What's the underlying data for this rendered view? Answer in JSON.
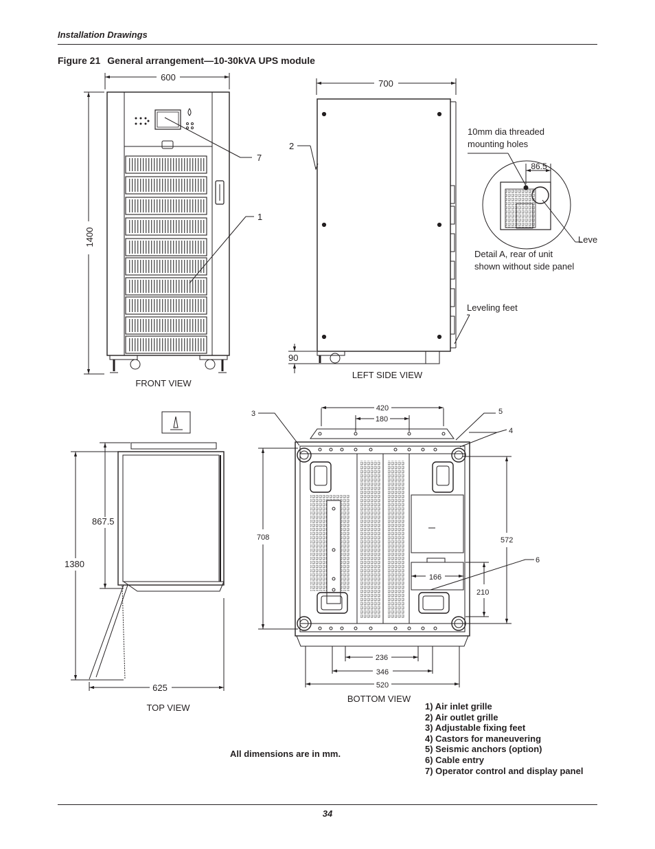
{
  "header": {
    "section": "Installation Drawings"
  },
  "figure": {
    "number": "Figure 21",
    "title": "General arrangement—10-30kVA UPS module"
  },
  "views": {
    "front": "FRONT VIEW",
    "left_side": "LEFT SIDE VIEW",
    "top": "TOP VIEW",
    "bottom": "BOTTOM VIEW"
  },
  "dimensions": {
    "front_width": "600",
    "front_height": "1400",
    "side_depth": "700",
    "side_floor": "90",
    "detail_offset": "86.5",
    "top_depth_door": "867.5",
    "top_depth_total": "1380",
    "top_width": "625",
    "bottom_anchor_span": "420",
    "bottom_anchor_inner": "180",
    "bottom_depth": "708",
    "bottom_castor_span": "572",
    "bottom_cable_width": "166",
    "bottom_cable_depth": "210",
    "bottom_w236": "236",
    "bottom_w346": "346",
    "bottom_w520": "520"
  },
  "callouts": {
    "c1": "1",
    "c2": "2",
    "c3": "3",
    "c4": "4",
    "c5": "5",
    "c6": "6",
    "c7": "7"
  },
  "annotations": {
    "mounting_line1": "10mm dia threaded",
    "mounting_line2": "mounting holes",
    "detail_line1": "Detail A, rear of unit",
    "detail_line2": "shown without side panel",
    "leveling_feet": "Leveling feet",
    "leveling_cut": "Leve"
  },
  "legend": [
    "1) Air inlet grille",
    "2) Air outlet grille",
    "3) Adjustable fixing feet",
    "4) Castors for maneuvering",
    "5) Seismic anchors (option)",
    "6) Cable entry",
    "7) Operator control and display panel"
  ],
  "note": "All dimensions are in mm.",
  "page_number": "34"
}
